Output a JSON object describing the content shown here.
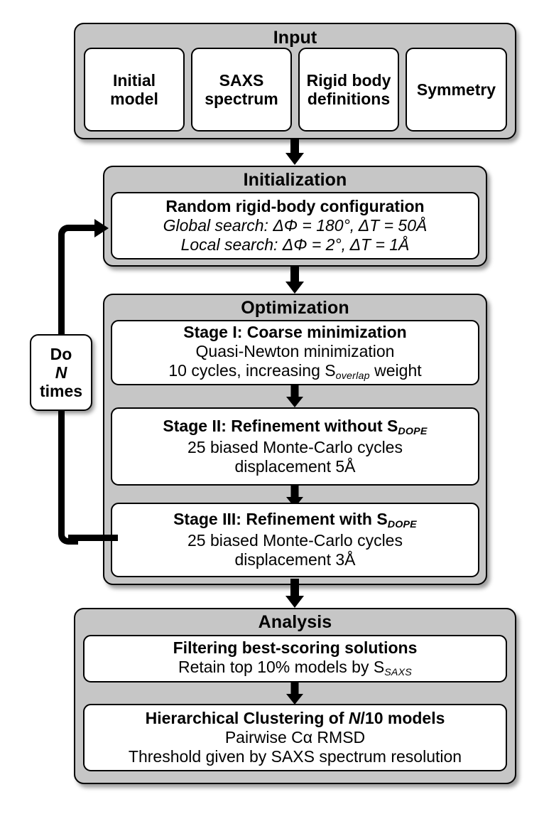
{
  "diagram": {
    "title": "SAXS rigid-body modeling protocol flowchart",
    "colors": {
      "group_fill": "#c6c6c6",
      "inner_fill": "#ffffff",
      "stroke": "#000000"
    }
  },
  "input": {
    "title": "Input",
    "cells": [
      {
        "line1": "Initial",
        "line2": "model"
      },
      {
        "line1": "SAXS",
        "line2": "spectrum"
      },
      {
        "line1": "Rigid body",
        "line2": "definitions"
      },
      {
        "line1": "Symmetry",
        "line2": ""
      }
    ]
  },
  "initialization": {
    "title": "Initialization",
    "heading": "Random rigid-body configuration",
    "global_search": "Global search: ΔΦ = 180°, ΔT = 50Å",
    "local_search": "Local search: ΔΦ = 2°, ΔT = 1Å"
  },
  "optimization": {
    "title": "Optimization",
    "stages": [
      {
        "heading_pre": "Stage I: Coarse minimization",
        "heading_sub": "",
        "heading_post": "",
        "line1": "Quasi-Newton minimization",
        "line2_pre": "10 cycles, increasing S",
        "line2_sub": "overlap",
        "line2_post": " weight"
      },
      {
        "heading_pre": "Stage II: Refinement without S",
        "heading_sub": "DOPE",
        "heading_post": "",
        "line1": "25 biased Monte-Carlo cycles",
        "line2_pre": "displacement 5Å",
        "line2_sub": "",
        "line2_post": ""
      },
      {
        "heading_pre": "Stage III: Refinement with S",
        "heading_sub": "DOPE",
        "heading_post": "",
        "line1": "25 biased Monte-Carlo cycles",
        "line2_pre": "displacement 3Å",
        "line2_sub": "",
        "line2_post": ""
      }
    ]
  },
  "loop": {
    "line1": "Do",
    "line2": "N",
    "line3": "times"
  },
  "analysis": {
    "title": "Analysis",
    "filtering": {
      "heading": "Filtering best-scoring solutions",
      "line1_pre": "Retain top 10% models by S",
      "line1_sub": "SAXS",
      "line1_post": ""
    },
    "clustering": {
      "heading_pre": "Hierarchical Clustering of ",
      "heading_em": "N",
      "heading_post": "/10 models",
      "line1": "Pairwise Cα RMSD",
      "line2": "Threshold given by SAXS spectrum resolution"
    }
  }
}
